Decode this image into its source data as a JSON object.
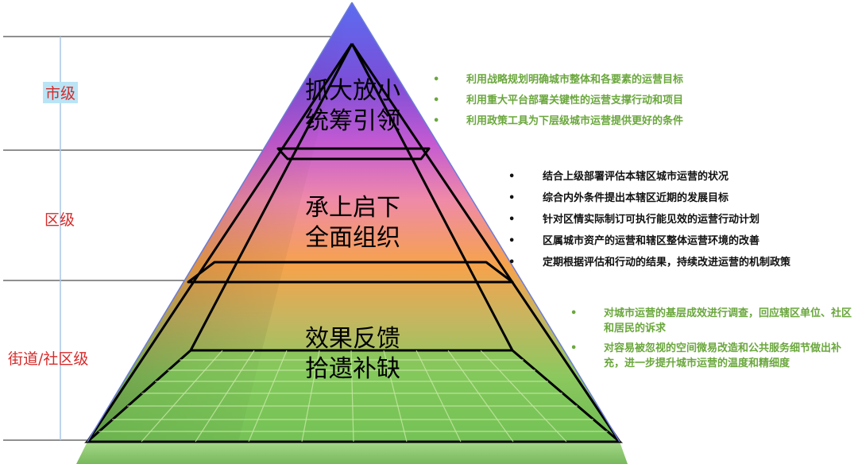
{
  "levels": {
    "city": "市级",
    "district": "区级",
    "street": "街道/社区级"
  },
  "tiers": {
    "top": {
      "line1": "抓大放小",
      "line2": "统筹引领"
    },
    "middle": {
      "line1": "承上启下",
      "line2": "全面组织"
    },
    "bottom": {
      "line1": "效果反馈",
      "line2": "拾遗补缺"
    }
  },
  "bullets": {
    "city": [
      "利用战略规划明确城市整体和各要素的运营目标",
      "利用重大平台部署关键性的运营支撑行动和项目",
      "利用政策工具为下层级城市运营提供更好的条件"
    ],
    "district": [
      "结合上级部署评估本辖区城市运营的状况",
      "综合内外条件提出本辖区近期的发展目标",
      "针对区情实际制订可执行能见效的运营行动计划",
      "区属城市资产的运营和辖区整体运营环境的改善",
      "定期根据评估和行动的结果，持续改进运营的机制政策"
    ],
    "street": [
      "对城市运营的基层成效进行调查，回应辖区单位、社区和居民的诉求",
      "对容易被忽视的空间微易改造和公共服务细节做出补充，进一步提升城市运营的温度和精细度"
    ]
  },
  "colors": {
    "level_label": "#d62b2b",
    "green_text": "#6aa73c",
    "dark_text": "#111111",
    "pyramid_top": "#5b4bd8",
    "pyramid_upper": "#c05ad0",
    "pyramid_middle": "#f4a24a",
    "pyramid_base": "#79c25a"
  }
}
